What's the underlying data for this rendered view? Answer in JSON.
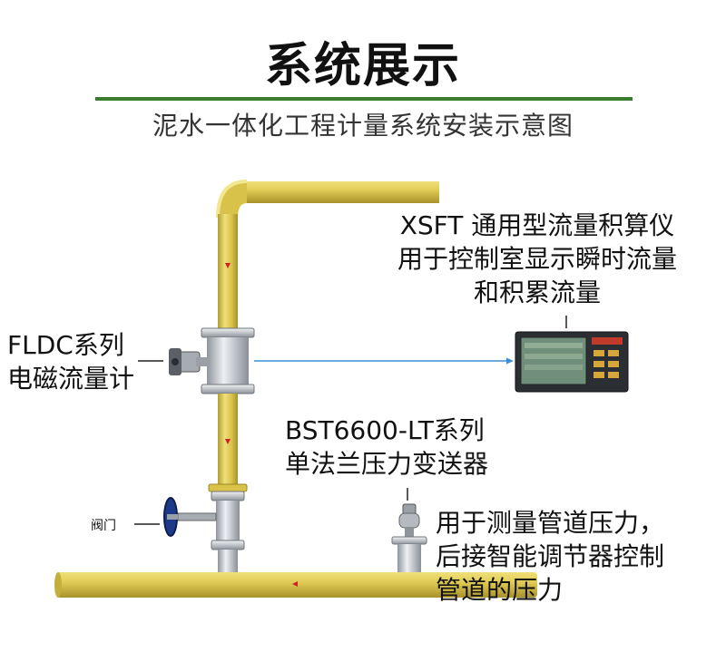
{
  "header": {
    "title": "系统展示",
    "subtitle": "泥水一体化工程计量系统安装示意图"
  },
  "labels": {
    "integrator_line1": "XSFT 通用型流量积算仪",
    "integrator_line2": "用于控制室显示瞬时流量",
    "integrator_line3": "和积累流量",
    "flowmeter_line1": "FLDC系列",
    "flowmeter_line2": "电磁流量计",
    "transmitter_line1": "BST6600-LT系列",
    "transmitter_line2": "单法兰压力变送器",
    "pressure_line1": "用于测量管道压力，",
    "pressure_line2": "后接智能调节器控制",
    "pressure_line3": "管道的压力",
    "valve": "阀门"
  },
  "colors": {
    "pipe": "#d8c24a",
    "pipe_shadow": "#b39d2e",
    "pipe_highlight": "#f0e07a",
    "steel": "#c9ccd2",
    "signal_line": "#3b8fd8",
    "valve_wheel": "#1d3a8a",
    "title_rule": "#3a7d2c",
    "flow_arrow": "#cc2222"
  }
}
